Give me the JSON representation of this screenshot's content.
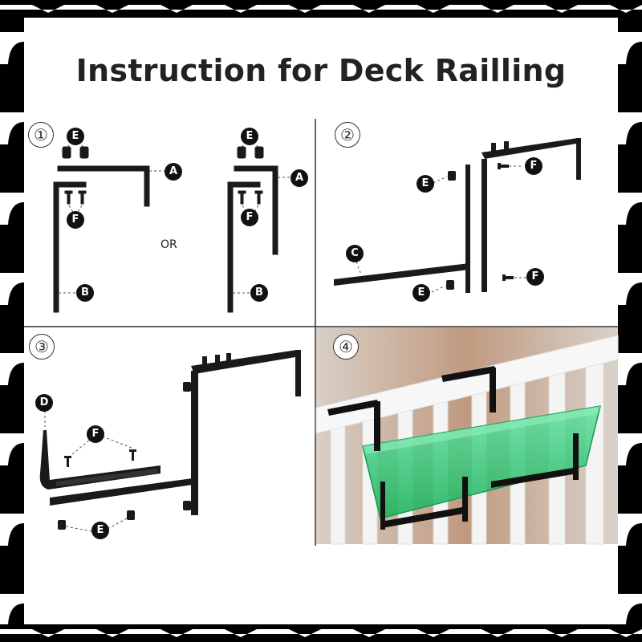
{
  "title": "Instruction for Deck Railling",
  "steps": [
    "①",
    "②",
    "③",
    "④"
  ],
  "or_label": "OR",
  "parts": {
    "A": "A",
    "B": "B",
    "C": "C",
    "D": "D",
    "E": "E",
    "F": "F"
  },
  "colors": {
    "bracket": "#1a1a1a",
    "planter": "#3ccf7a",
    "rail": "#f2f2f2",
    "background_scene": "#c9b8a8"
  }
}
